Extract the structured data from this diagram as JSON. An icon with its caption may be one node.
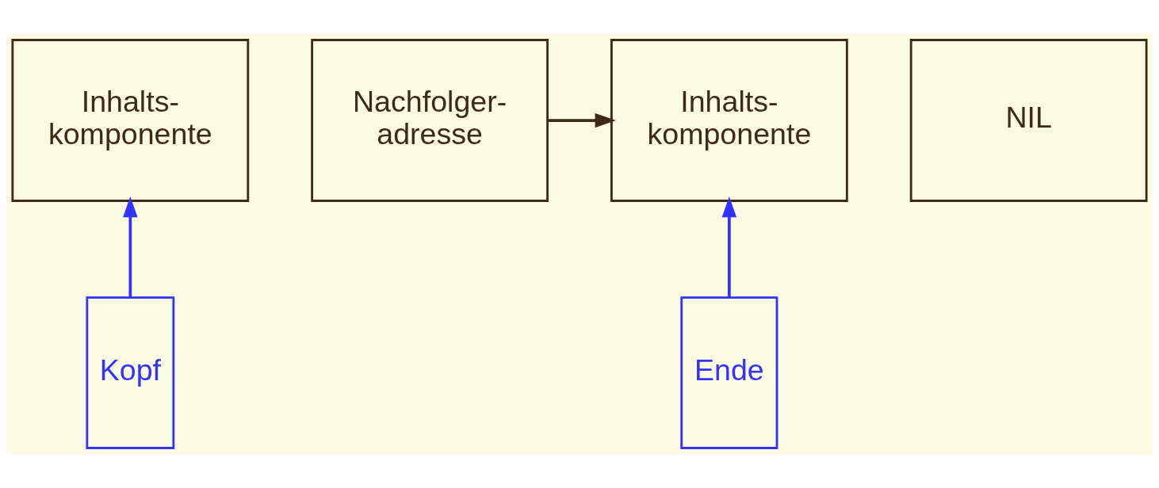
{
  "diagram": {
    "nodes": [
      {
        "text": [
          "Inhalts- komponente"
        ]
      },
      {
        "text": [
          "Nachfolger- adresse"
        ]
      },
      {
        "text": [
          "Inhalts- komponente"
        ]
      },
      {
        "text": [
          "NIL"
        ]
      },
      {
        "text": [
          "Kopf"
        ]
      },
      {
        "text": [
          "Ende"
        ]
      }
    ],
    "edges": [
      {
        "from": 1,
        "to": 2,
        "arrow": "to",
        "color": "#3f2a14"
      },
      {
        "from": 4,
        "to": 0,
        "arrow": "to"
      },
      {
        "from": 5,
        "to": 2,
        "arrow": "to"
      }
    ]
  }
}
